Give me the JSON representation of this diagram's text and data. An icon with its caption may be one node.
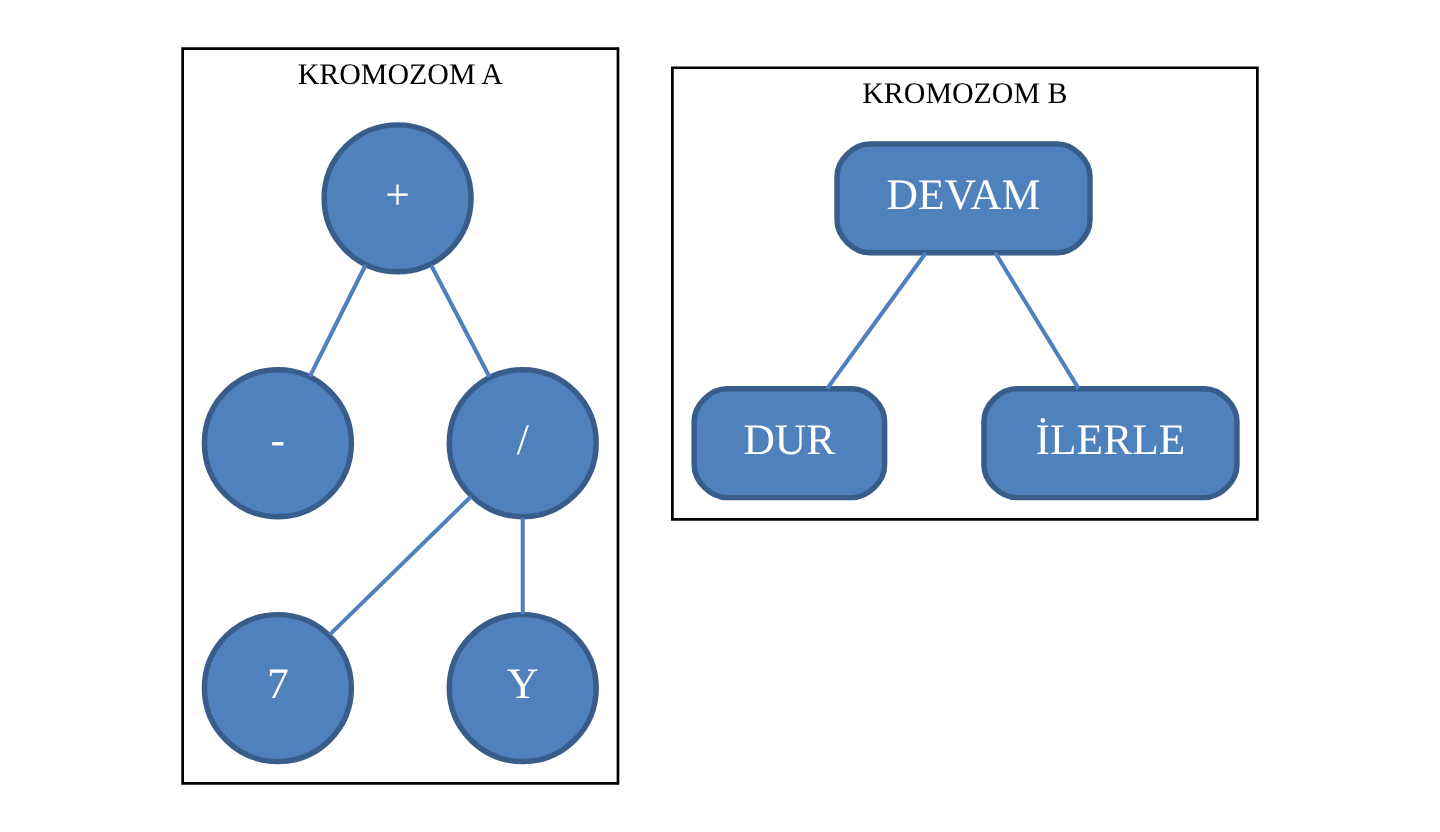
{
  "diagram": {
    "nodes": [
      {
        "text": [
          "KROMOZOM A"
        ]
      },
      {
        "text": [
          "+"
        ],
        "in": 0
      },
      {
        "text": [
          "-"
        ],
        "in": 0
      },
      {
        "text": [
          "/"
        ],
        "in": 0
      },
      {
        "text": [
          "7"
        ],
        "in": 0
      },
      {
        "text": [
          "Y"
        ],
        "in": 0
      },
      {
        "text": [
          "KROMOZOM B"
        ]
      },
      {
        "text": [
          "DEVAM"
        ],
        "in": 6
      },
      {
        "text": [
          "DUR"
        ],
        "in": 6
      },
      {
        "text": [
          "İLERLE"
        ],
        "in": 6
      }
    ],
    "edges": [
      {
        "from": 1,
        "to": 2,
        "arrow": "none"
      },
      {
        "from": 1,
        "to": 3,
        "arrow": "none"
      },
      {
        "from": 3,
        "to": 4,
        "arrow": "none"
      },
      {
        "from": 3,
        "to": 5,
        "arrow": "none"
      },
      {
        "from": 7,
        "to": 8,
        "arrow": "none"
      },
      {
        "from": 7,
        "to": 9,
        "arrow": "none"
      }
    ]
  }
}
